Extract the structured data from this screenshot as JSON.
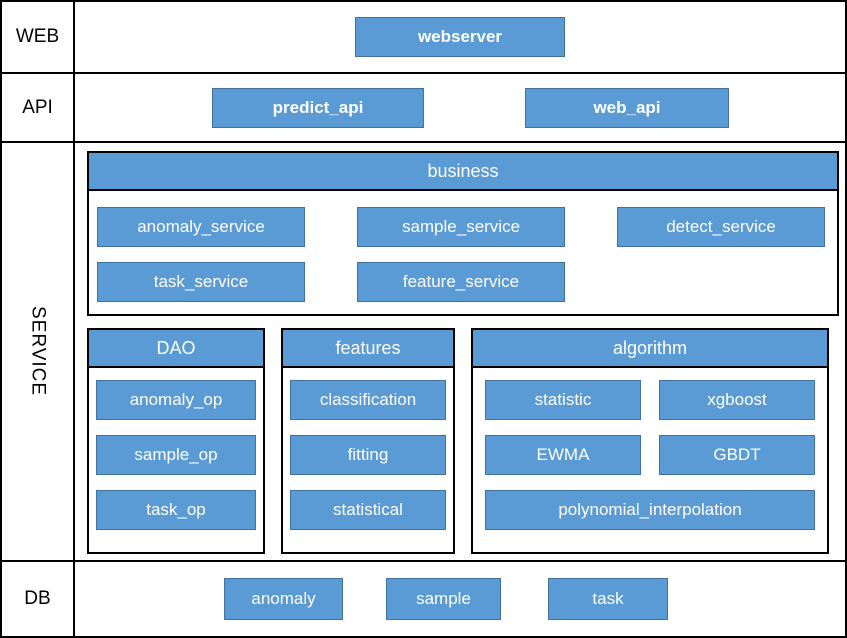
{
  "colors": {
    "accent": "#5B9BD5",
    "accent_border": "#41719C",
    "line": "#000000",
    "text_on_accent": "#ffffff"
  },
  "layers": {
    "web": {
      "label": "WEB",
      "boxes": {
        "webserver": "webserver"
      }
    },
    "api": {
      "label": "API",
      "boxes": {
        "predict_api": "predict_api",
        "web_api": "web_api"
      }
    },
    "service": {
      "label": "SERVICE",
      "business": {
        "header": "business",
        "row1": [
          "anomaly_service",
          "sample_service",
          "detect_service"
        ],
        "row2": [
          "task_service",
          "feature_service"
        ]
      },
      "dao": {
        "header": "DAO",
        "items": [
          "anomaly_op",
          "sample_op",
          "task_op"
        ]
      },
      "features": {
        "header": "features",
        "items": [
          "classification",
          "fitting",
          "statistical"
        ]
      },
      "algorithm": {
        "header": "algorithm",
        "row1": [
          "statistic",
          "xgboost"
        ],
        "row2": [
          "EWMA",
          "GBDT"
        ],
        "row3": [
          "polynomial_interpolation"
        ]
      }
    },
    "db": {
      "label": "DB",
      "boxes": [
        "anomaly",
        "sample",
        "task"
      ]
    }
  }
}
